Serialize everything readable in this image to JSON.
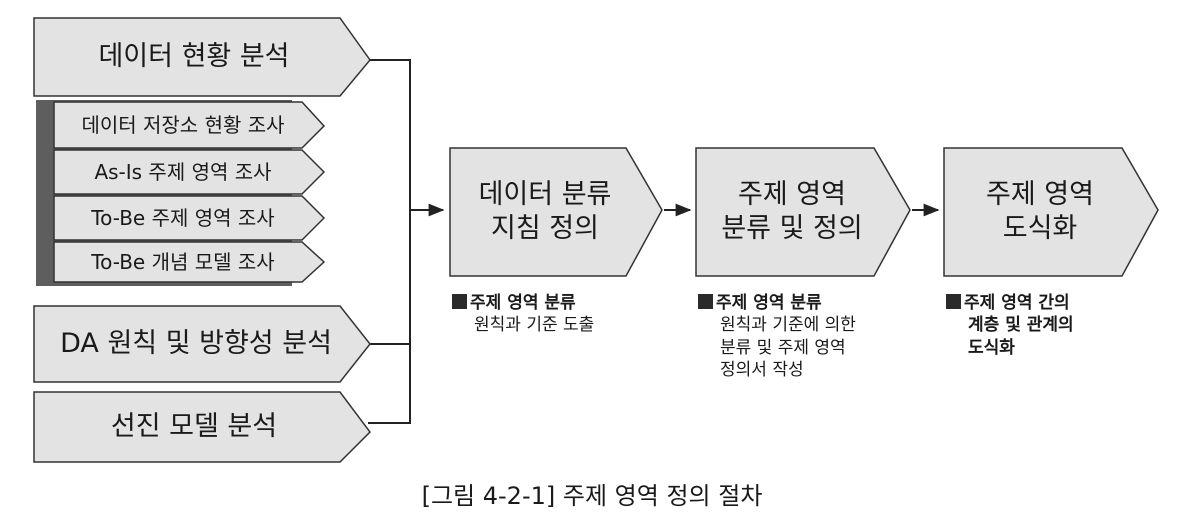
{
  "left_boxes": {
    "current_analysis": "데이터 현황 분석",
    "sub_items": [
      "데이터 저장소 현황 조사",
      "As-Is 주제 영역 조사",
      "To-Be 주제 영역 조사",
      "To-Be 개념 모델 조사"
    ],
    "da_principle": "DA 원칙 및 방향성 분석",
    "advanced_model": "선진 모델 분석"
  },
  "process_steps": [
    {
      "line1": "데이터 분류",
      "line2": "지침 정의",
      "note_title": "주제 영역 분류",
      "note_lines": [
        "원칙과 기준 도출"
      ]
    },
    {
      "line1": "주제 영역",
      "line2": "분류 및 정의",
      "note_title": "주제 영역 분류",
      "note_lines": [
        "원칙과 기준에 의한",
        "분류 및 주제 영역",
        "정의서 작성"
      ]
    },
    {
      "line1": "주제 영역",
      "line2": "도식화",
      "note_title": "주제 영역 간의",
      "note_lines": [
        "계층 및 관계의",
        "도식화"
      ]
    }
  ],
  "caption": "[그림 4-2-1] 주제 영역 정의 절차",
  "colors": {
    "box_fill": "#e3e3e3",
    "box_stroke": "#333333",
    "dark_bar": "#5e5e5e",
    "line": "#222222"
  }
}
